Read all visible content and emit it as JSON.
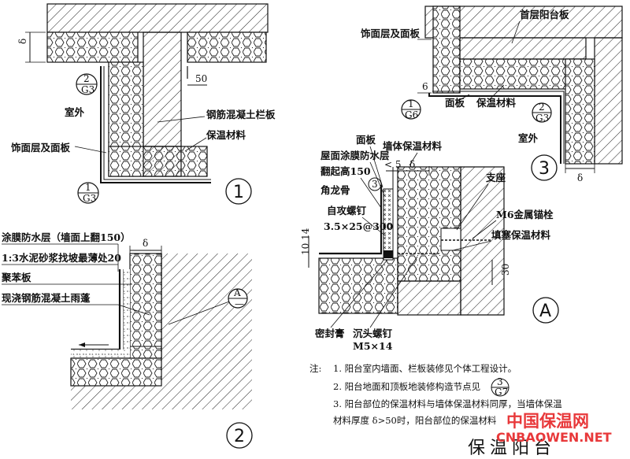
{
  "detail1": {
    "number": "1",
    "dim_delta": "δ",
    "dim_50": "50",
    "callout_top": {
      "num": "2",
      "ref": "G3"
    },
    "callout_bottom": {
      "num": "1",
      "ref": "G3"
    },
    "labels": {
      "outside": "室外",
      "rc_railing": "钢筋混凝土栏板",
      "insulation": "保温材料",
      "finish_panel": "饰面层及面板"
    }
  },
  "detail2": {
    "number": "2",
    "dim_delta": "δ",
    "callout_A": "A",
    "labels": {
      "waterproof": "涂膜防水层（墙面上翻150）",
      "mortar": "1:3水泥砂浆找坡最薄处20",
      "eps": "聚苯板",
      "rc_canopy": "现浇钢筋混凝土雨蓬"
    }
  },
  "detail3": {
    "number": "3",
    "dim_delta": "δ",
    "callout_left": {
      "num": "1",
      "ref": "G6"
    },
    "callout_right": {
      "num": "2",
      "ref": "G3"
    },
    "labels": {
      "first_floor_slab": "首层阳台板",
      "finish_panel": "饰面层及面板",
      "panel": "面板",
      "insulation": "保温材料",
      "outside": "室外"
    }
  },
  "detailA": {
    "letter": "A",
    "dim_5": "< 5",
    "dim_delta": "δ",
    "dim_1014": "10 14",
    "dim_30": "30",
    "labels": {
      "panel": "面板",
      "roof_membrane": "屋面涂膜防水层",
      "upturn": "翻起高150",
      "corner_keel": "角龙骨",
      "corner_ref": "3",
      "tap_screw": "自攻螺钉",
      "tap_spec": "3.5×25@300",
      "wall_insulation": "墙体保温材料",
      "support": "支座",
      "anchor": "M6金属锚栓",
      "fill_insulation": "填塞保温材料",
      "sealant": "密封膏",
      "countersunk": "沉头螺钉",
      "countersunk_spec": "M5×14"
    }
  },
  "notes": {
    "label": "注:",
    "line1": "1.  阳台室内墙面、栏板装修见个体工程设计。",
    "line2": "2.  阳台地面和顶板地装修构造节点见",
    "line2_ref": {
      "num": "3",
      "ref": "G7"
    },
    "line3": "3.  阳台部位的保温材料与墙体保温材料同厚，当墙体保温",
    "line4": "    材料厚度 δ>50时，阳台部位的保温材料"
  },
  "title": "保温阳台",
  "watermark": {
    "cn": "中国保温网",
    "en": "CNBAOWEN.NET"
  }
}
